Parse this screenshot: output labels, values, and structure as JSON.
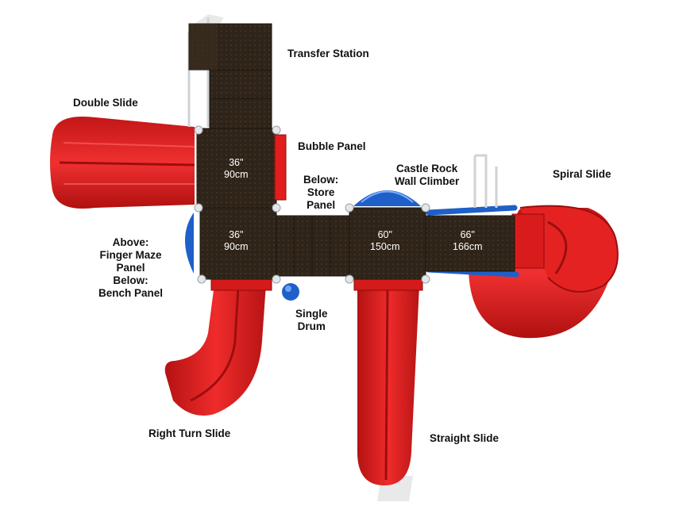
{
  "labels": {
    "transfer_station": "Transfer Station",
    "double_slide": "Double Slide",
    "bubble_panel": "Bubble Panel",
    "store_panel": "Below:\nStore\nPanel",
    "castle_rock": "Castle Rock\nWall Climber",
    "spiral_slide": "Spiral Slide",
    "finger_maze": "Above:\nFinger Maze\nPanel\nBelow:\nBench Panel",
    "single_drum": "Single\nDrum",
    "right_turn_slide": "Right Turn Slide",
    "straight_slide": "Straight Slide"
  },
  "decks": {
    "upper": "36\"\n90cm",
    "lower": "36\"\n90cm",
    "center": "60\"\n150cm",
    "right": "66\"\n166cm"
  },
  "colors": {
    "deck": "#2e2419",
    "slide_red": "#e01e1e",
    "accent_blue": "#1f5fc8",
    "post_gray": "#cfd3d6"
  }
}
